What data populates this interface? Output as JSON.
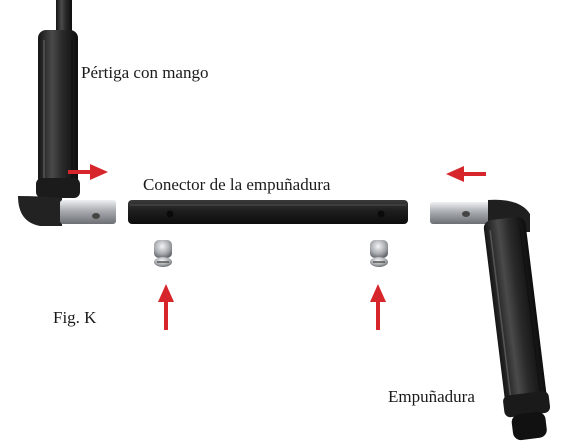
{
  "labels": {
    "pole_with_handle": "Pértiga con mango",
    "grip_connector": "Conector de la empuñadura",
    "figure": "Fig. K",
    "grip": "Empuñadura"
  },
  "colors": {
    "arrow": "#d7262b",
    "tube": "#2b2b2b",
    "metal": "#b9bcc0"
  }
}
